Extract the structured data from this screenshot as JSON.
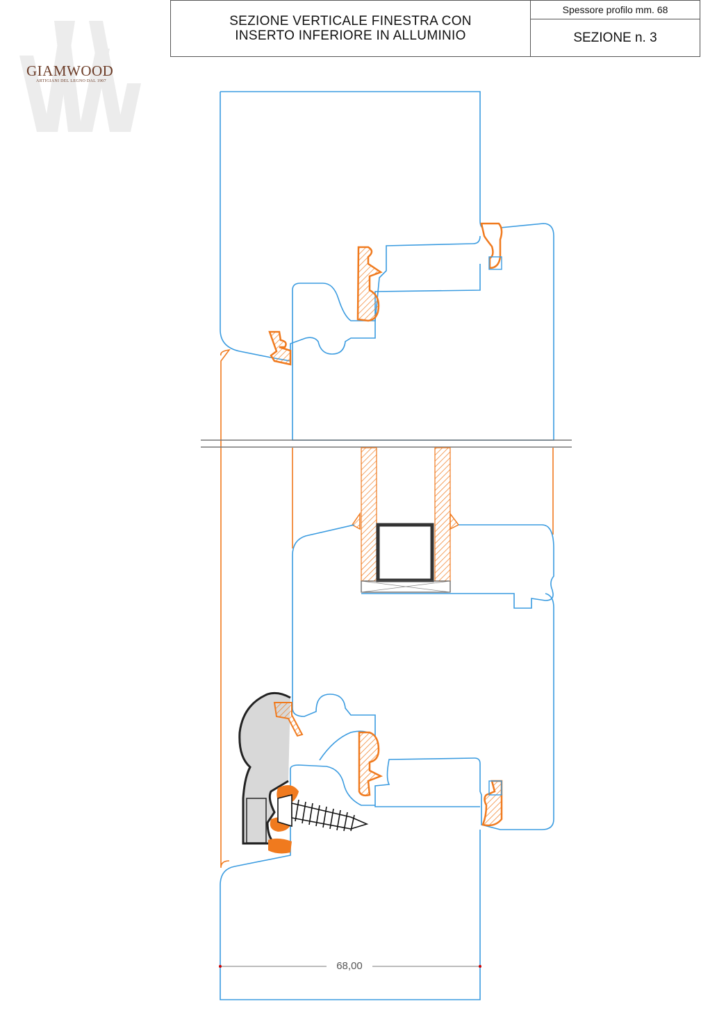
{
  "title_block": {
    "main_line1": "SEZIONE VERTICALE FINESTRA CON",
    "main_line2": "INSERTO INFERIORE IN ALLUMINIO",
    "profile_thickness": "Spessore profilo mm. 68",
    "section_number": "SEZIONE n. 3"
  },
  "logo": {
    "brand": "GIAMWOOD",
    "tagline": "ARTIGIANI DEL LEGNO DAL 1907"
  },
  "dimension": {
    "width_label": "68,00"
  },
  "colors": {
    "frame_outline": "#3a9be0",
    "gasket": "#f07a1e",
    "aluminium": "#222222",
    "glass_line": "#888888",
    "logo_brown": "#6b3b26"
  }
}
